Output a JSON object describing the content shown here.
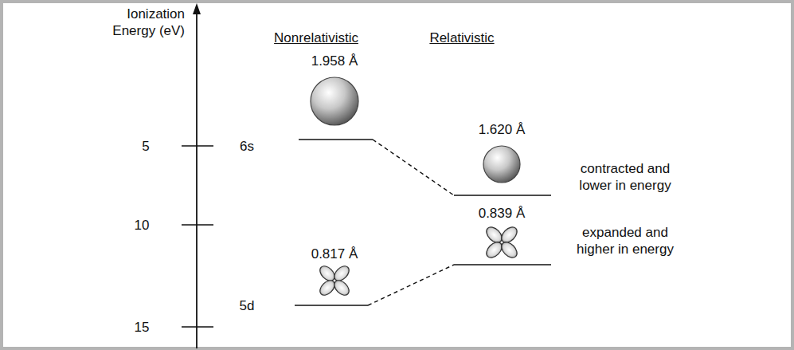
{
  "diagram": {
    "labels": [
      "Ionization Energy (eV)",
      "5",
      "10",
      "15",
      "Nonrelativistic",
      "Relativistic",
      "1.958 Å",
      "6s",
      "1.620 Å",
      "contracted and lower in energy",
      "0.839 Å",
      "expanded and higher in energy",
      "0.817 Å",
      "5d"
    ]
  }
}
